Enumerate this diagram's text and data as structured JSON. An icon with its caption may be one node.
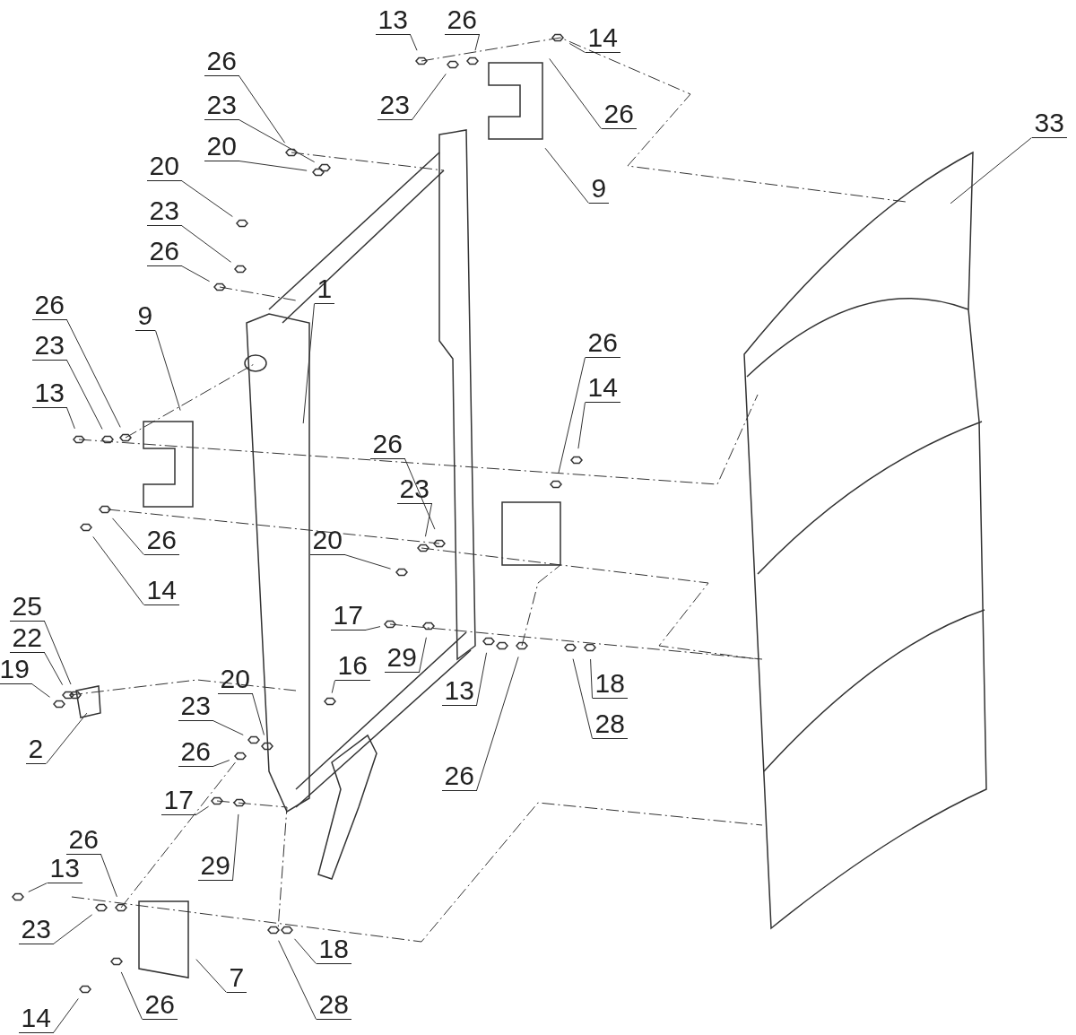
{
  "diagram": {
    "nodes": [
      {
        "text": [
          "13"
        ]
      },
      {
        "text": [
          "26"
        ]
      },
      {
        "text": [
          "14"
        ]
      },
      {
        "text": [
          "23"
        ]
      },
      {
        "text": [
          "26"
        ]
      },
      {
        "text": [
          "9"
        ]
      },
      {
        "text": [
          "33"
        ]
      },
      {
        "text": [
          "26"
        ]
      },
      {
        "text": [
          "23"
        ]
      },
      {
        "text": [
          "20"
        ]
      },
      {
        "text": [
          "20"
        ]
      },
      {
        "text": [
          "23"
        ]
      },
      {
        "text": [
          "26"
        ]
      },
      {
        "text": [
          "26"
        ]
      },
      {
        "text": [
          "1"
        ]
      },
      {
        "text": [
          "23"
        ]
      },
      {
        "text": [
          "9"
        ]
      },
      {
        "text": [
          "26"
        ]
      },
      {
        "text": [
          "13"
        ]
      },
      {
        "text": [
          "14"
        ]
      },
      {
        "text": [
          "26"
        ]
      },
      {
        "text": [
          "23"
        ]
      },
      {
        "text": [
          "26"
        ]
      },
      {
        "text": [
          "20"
        ]
      },
      {
        "text": [
          "14"
        ]
      },
      {
        "text": [
          "25"
        ]
      },
      {
        "text": [
          "17"
        ]
      },
      {
        "text": [
          "22"
        ]
      },
      {
        "text": [
          "29"
        ]
      },
      {
        "text": [
          "16"
        ]
      },
      {
        "text": [
          "19"
        ]
      },
      {
        "text": [
          "20"
        ]
      },
      {
        "text": [
          "18"
        ]
      },
      {
        "text": [
          "13"
        ]
      },
      {
        "text": [
          "23"
        ]
      },
      {
        "text": [
          "28"
        ]
      },
      {
        "text": [
          "2"
        ]
      },
      {
        "text": [
          "26"
        ]
      },
      {
        "text": [
          "26"
        ]
      },
      {
        "text": [
          "17"
        ]
      },
      {
        "text": [
          "26"
        ]
      },
      {
        "text": [
          "29"
        ]
      },
      {
        "text": [
          "13"
        ]
      },
      {
        "text": [
          "23"
        ]
      },
      {
        "text": [
          "18"
        ]
      },
      {
        "text": [
          "7"
        ]
      },
      {
        "text": [
          "28"
        ]
      },
      {
        "text": [
          "26"
        ]
      },
      {
        "text": [
          "14"
        ]
      }
    ],
    "edges": [
      {
        "from": 0,
        "to": null,
        "arrow": "none"
      },
      {
        "from": 1,
        "to": null,
        "arrow": "none"
      },
      {
        "from": 2,
        "to": null,
        "arrow": "none"
      },
      {
        "from": 3,
        "to": null,
        "arrow": "none"
      },
      {
        "from": 4,
        "to": null,
        "arrow": "none"
      },
      {
        "from": 5,
        "to": null,
        "arrow": "none"
      },
      {
        "from": 6,
        "to": null,
        "arrow": "none"
      },
      {
        "from": 7,
        "to": null,
        "arrow": "none"
      },
      {
        "from": 8,
        "to": null,
        "arrow": "none"
      },
      {
        "from": 9,
        "to": null,
        "arrow": "none"
      },
      {
        "from": 10,
        "to": null,
        "arrow": "none"
      },
      {
        "from": 11,
        "to": null,
        "arrow": "none"
      },
      {
        "from": 12,
        "to": null,
        "arrow": "none"
      },
      {
        "from": 13,
        "to": null,
        "arrow": "none"
      },
      {
        "from": 14,
        "to": null,
        "arrow": "none"
      },
      {
        "from": 15,
        "to": null,
        "arrow": "none"
      },
      {
        "from": 16,
        "to": null,
        "arrow": "none"
      },
      {
        "from": 17,
        "to": null,
        "arrow": "none"
      },
      {
        "from": 18,
        "to": null,
        "arrow": "none"
      },
      {
        "from": 19,
        "to": null,
        "arrow": "none"
      },
      {
        "from": 20,
        "to": null,
        "arrow": "none"
      },
      {
        "from": 21,
        "to": null,
        "arrow": "none"
      },
      {
        "from": 22,
        "to": null,
        "arrow": "none"
      },
      {
        "from": 23,
        "to": null,
        "arrow": "none"
      },
      {
        "from": 24,
        "to": null,
        "arrow": "none"
      },
      {
        "from": 25,
        "to": null,
        "arrow": "none"
      },
      {
        "from": 26,
        "to": null,
        "arrow": "none"
      },
      {
        "from": 27,
        "to": null,
        "arrow": "none"
      },
      {
        "from": 28,
        "to": null,
        "arrow": "none"
      },
      {
        "from": 29,
        "to": null,
        "arrow": "none"
      },
      {
        "from": 30,
        "to": null,
        "arrow": "none"
      },
      {
        "from": 31,
        "to": null,
        "arrow": "none"
      },
      {
        "from": 32,
        "to": null,
        "arrow": "none"
      },
      {
        "from": 33,
        "to": null,
        "arrow": "none"
      },
      {
        "from": 34,
        "to": null,
        "arrow": "none"
      },
      {
        "from": 35,
        "to": null,
        "arrow": "none"
      },
      {
        "from": 36,
        "to": null,
        "arrow": "none"
      },
      {
        "from": 37,
        "to": null,
        "arrow": "none"
      },
      {
        "from": 38,
        "to": null,
        "arrow": "none"
      },
      {
        "from": 39,
        "to": null,
        "arrow": "none"
      },
      {
        "from": 40,
        "to": null,
        "arrow": "none"
      },
      {
        "from": 41,
        "to": null,
        "arrow": "none"
      },
      {
        "from": 42,
        "to": null,
        "arrow": "none"
      },
      {
        "from": 43,
        "to": null,
        "arrow": "none"
      },
      {
        "from": 44,
        "to": null,
        "arrow": "none"
      },
      {
        "from": 45,
        "to": null,
        "arrow": "none"
      },
      {
        "from": 46,
        "to": null,
        "arrow": "none"
      },
      {
        "from": 47,
        "to": null,
        "arrow": "none"
      },
      {
        "from": 48,
        "to": null,
        "arrow": "none"
      }
    ]
  }
}
